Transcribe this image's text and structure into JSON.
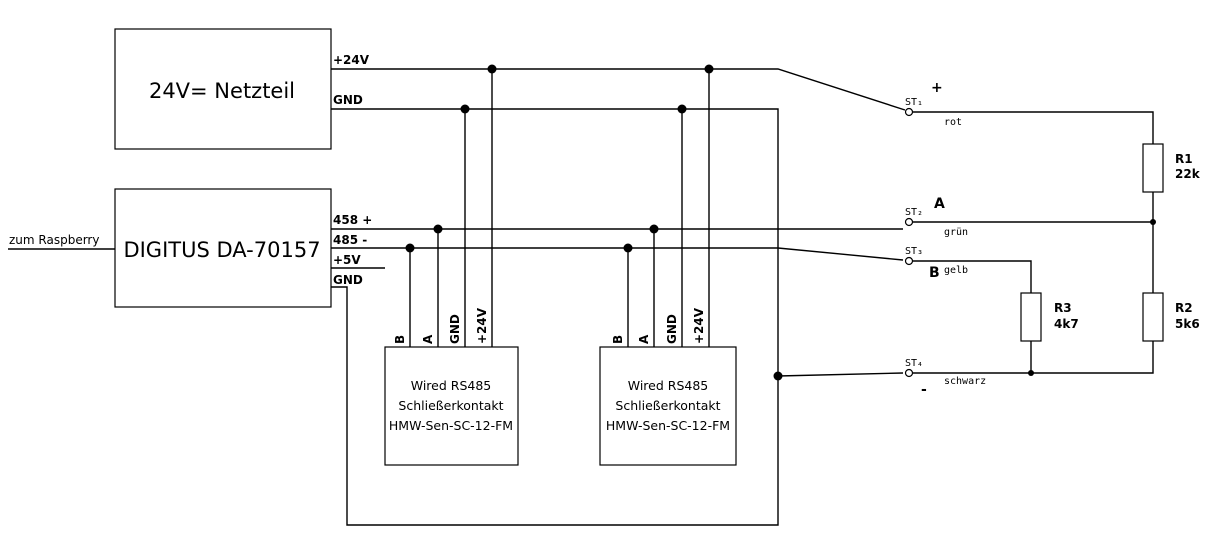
{
  "power_supply": {
    "label": "24V= Netzteil",
    "out_plus": "+24V",
    "out_gnd": "GND"
  },
  "converter": {
    "label": "DIGITUS DA-70157",
    "pin_a": "458 +",
    "pin_b": "485 -",
    "pin_5v": "+5V",
    "pin_gnd": "GND",
    "input_label": "zum Raspberry"
  },
  "modules": [
    {
      "line1": "Wired RS485",
      "line2": "Schließerkontakt",
      "line3": "HMW-Sen-SC-12-FM",
      "pins": [
        "B",
        "A",
        "GND",
        "+24V"
      ]
    },
    {
      "line1": "Wired RS485",
      "line2": "Schließerkontakt",
      "line3": "HMW-Sen-SC-12-FM",
      "pins": [
        "B",
        "A",
        "GND",
        "+24V"
      ]
    }
  ],
  "terminals": {
    "st1": "ST₁",
    "st2": "ST₂",
    "st3": "ST₃",
    "st4": "ST₄",
    "sign_plus": "+",
    "sign_a": "A",
    "sign_b": "B",
    "sign_minus": "-",
    "wire_rot": "rot",
    "wire_gruen": "grün",
    "wire_gelb": "gelb",
    "wire_schwarz": "schwarz"
  },
  "resistors": {
    "r1_name": "R1",
    "r1_value": "22k",
    "r2_name": "R2",
    "r2_value": "5k6",
    "r3_name": "R3",
    "r3_value": "4k7"
  }
}
